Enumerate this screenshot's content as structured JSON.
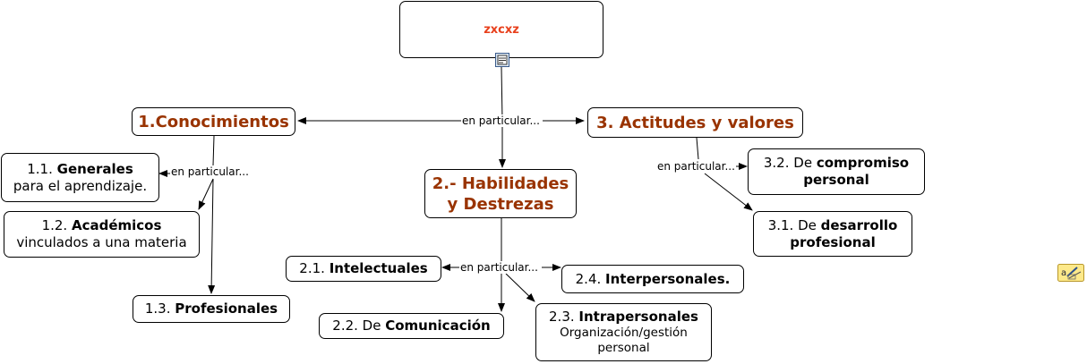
{
  "root": {
    "title": "zxcxz",
    "attachment_icon": "map-document-icon"
  },
  "link_label": "en particular...",
  "nodes": {
    "conocimientos": "1.Conocimientos",
    "habilidades": {
      "line1": "2.- Habilidades",
      "line2": "y Destrezas"
    },
    "actitudes": "3. Actitudes y valores",
    "n11": {
      "prefix": "1.1. ",
      "bold": "Generales",
      "line2": "para el aprendizaje."
    },
    "n12": {
      "prefix": "1.2. ",
      "bold": "Académicos",
      "line2": "vinculados a una materia"
    },
    "n13": {
      "prefix": "1.3. ",
      "bold": "Profesionales"
    },
    "n21": {
      "prefix": "2.1. ",
      "bold": "Intelectuales"
    },
    "n22": {
      "prefix": "2.2. De ",
      "bold": "Comunicación"
    },
    "n23": {
      "prefix": "2.3. ",
      "bold": "Intrapersonales",
      "line2": "Organización/gestión",
      "line3": "personal"
    },
    "n24": {
      "prefix": "2.4. ",
      "bold": "Interpersonales."
    },
    "n31": {
      "prefix": "3.1. De ",
      "bold": "desarrollo",
      "line2": "profesional"
    },
    "n32": {
      "prefix": "3.2. De ",
      "bold": "compromiso",
      "line2": "personal"
    }
  },
  "side_icon": "note-pencil-icon"
}
